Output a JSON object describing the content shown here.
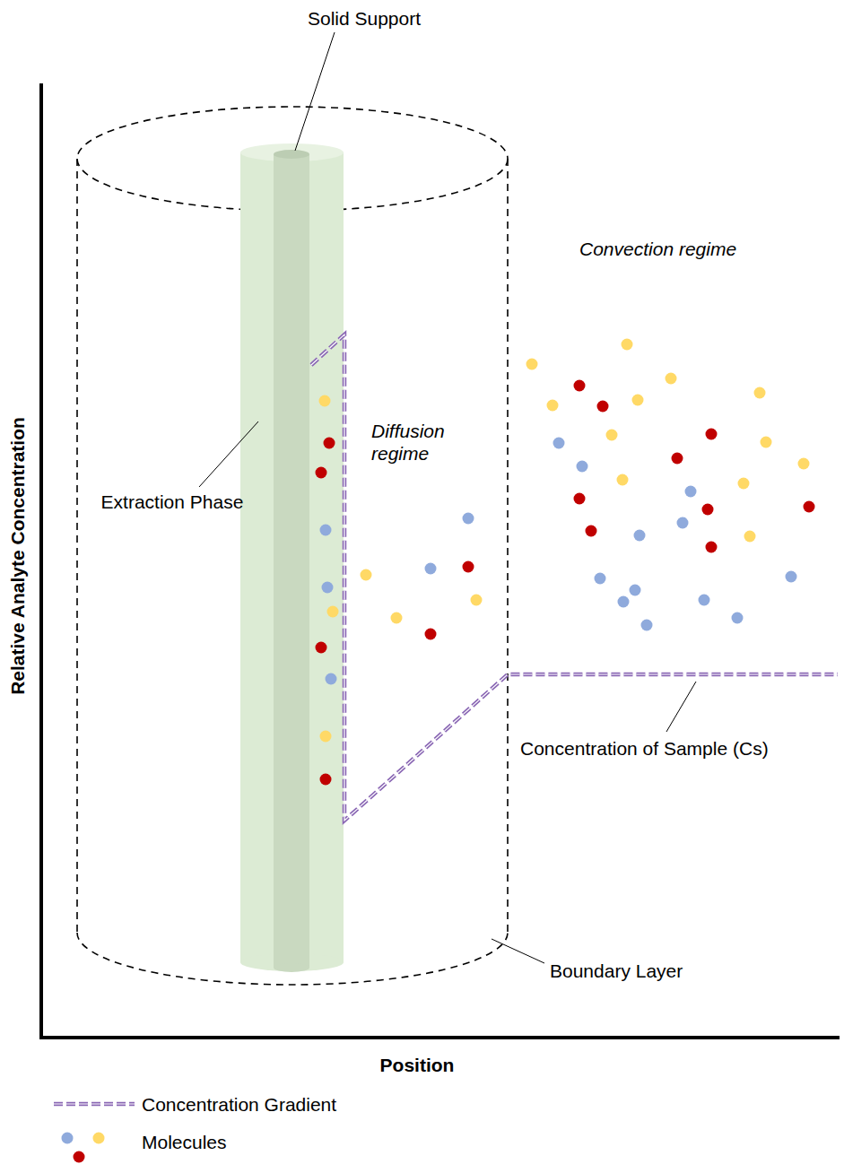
{
  "diagram": {
    "labels": [
      "Solid Support",
      "Convection regime",
      "Diffusion regime",
      "Extraction Phase",
      "Concentration of Sample (Cs)",
      "Boundary Layer",
      "Relative Analyte Concentration",
      "Position"
    ],
    "legend": [
      {
        "text": "Concentration Gradient"
      },
      {
        "text": "Molecules"
      }
    ]
  }
}
